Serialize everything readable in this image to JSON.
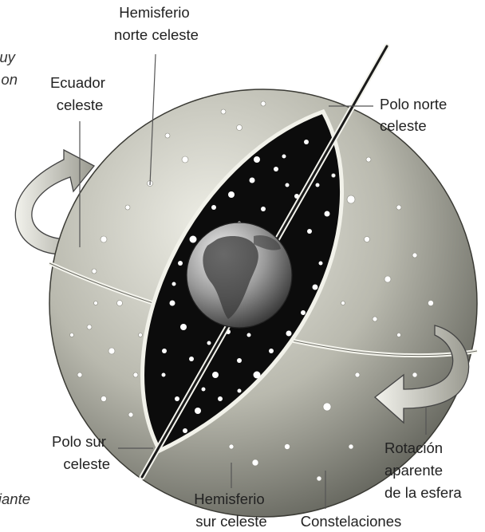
{
  "labels": {
    "north_hemisphere": [
      "Hemisferio",
      "norte celeste"
    ],
    "celestial_equator": [
      "Ecuador",
      "celeste"
    ],
    "north_pole": [
      "Polo norte",
      "celeste"
    ],
    "south_pole": [
      "Polo sur",
      "celeste"
    ],
    "apparent_rotation": [
      "Rotación",
      "aparente",
      "de la esfera"
    ],
    "south_hemisphere": [
      "Hemisferio",
      "sur celeste"
    ],
    "constellations": "Constelaciones"
  },
  "clipped_text": {
    "top_left": [
      "muy",
      "on"
    ],
    "bottom_left": "iante"
  },
  "colors": {
    "sphere_light": "#e6e6dc",
    "sphere_dark": "#5f6058",
    "sky_interior": "#0c0c0c",
    "star": "#ffffff",
    "arrow_fill": "#d8d8d0",
    "earth_land": "#3a3a3a"
  }
}
